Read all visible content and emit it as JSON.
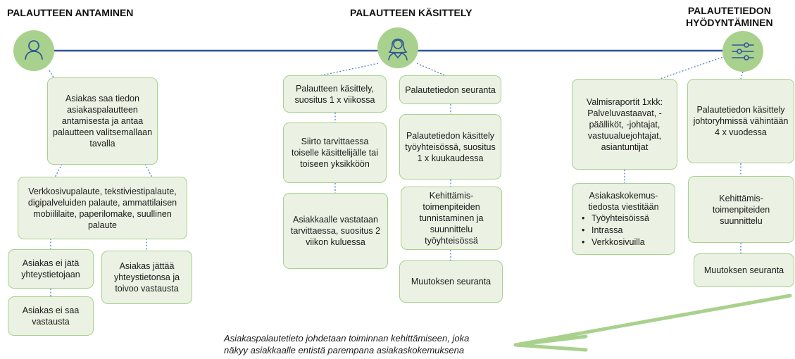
{
  "headings": {
    "col1": "PALAUTTEEN ANTAMINEN",
    "col2": "PALAUTTEEN KÄSITTELY",
    "col3_line1": "PALAUTETIEDON",
    "col3_line2": "HYÖDYNTÄMINEN"
  },
  "icons": {
    "col1": "person-icon",
    "col2": "customer-service-agent-icon",
    "col3": "sliders-icon"
  },
  "colors": {
    "timeline": "#2f5597",
    "circle_fill": "#a9d18e",
    "box_border": "#a9d18e",
    "box_fill": "#ebf1e3",
    "dotted_connector": "#4472c4",
    "arrow": "#a9d18e"
  },
  "col1": {
    "main": "Asiakas saa tiedon asiakaspalautteen antamisesta ja antaa palautteen valitsemallaan tavalla",
    "channels": "Verkkosivupalaute, tekstiviestipalaute, digipalveluiden palaute, ammattilaisen mobiililaite, paperilomake, suullinen palaute",
    "no_contact": "Asiakas ei jätä yhteystietojaan",
    "no_reply": "Asiakas ei saa vastausta",
    "with_contact": "Asiakas jättää yhteystietonsa ja toivoo vastausta"
  },
  "col2a": {
    "weekly": "Palautteen käsittely, suositus 1 x viikossa",
    "transfer": "Siirto tarvittaessa toiselle käsittelijälle tai toiseen yksikköön",
    "reply": "Asiakkaalle vastataan tarvittaessa, suositus 2 viikon kuluessa"
  },
  "col2b": {
    "monitoring": "Palautetiedon seuranta",
    "monthly": "Palautetiedon käsittely työyhteisössä, suositus 1 x kuukaudessa",
    "development": "Kehittämis-toimenpiteiden tunnistaminen ja suunnittelu työyhteisössä",
    "change": "Muutoksen seuranta"
  },
  "col3a": {
    "reports": "Valmisraportit 1xkk: Palveluvastaavat, -päälliköt, -johtajat, vastuualuejohtajat, asiantuntijat",
    "comm_title": "Asiakaskokemus-tiedosta viestitään",
    "comm_items": [
      "Työyhteisöissä",
      "Intrassa",
      "Verkkosivuilla"
    ]
  },
  "col3b": {
    "mgmt": "Palautetiedon käsittely johtoryhmissä vähintään 4 x vuodessa",
    "planning": "Kehittämis-toimenpiteiden suunnittelu",
    "change": "Muutoksen seuranta"
  },
  "caption": {
    "line1": "Asiakaspalautetieto johdetaan toiminnan kehittämiseen, joka",
    "line2": "näkyy asiakkaalle entistä parempana asiakaskokemuksena"
  }
}
